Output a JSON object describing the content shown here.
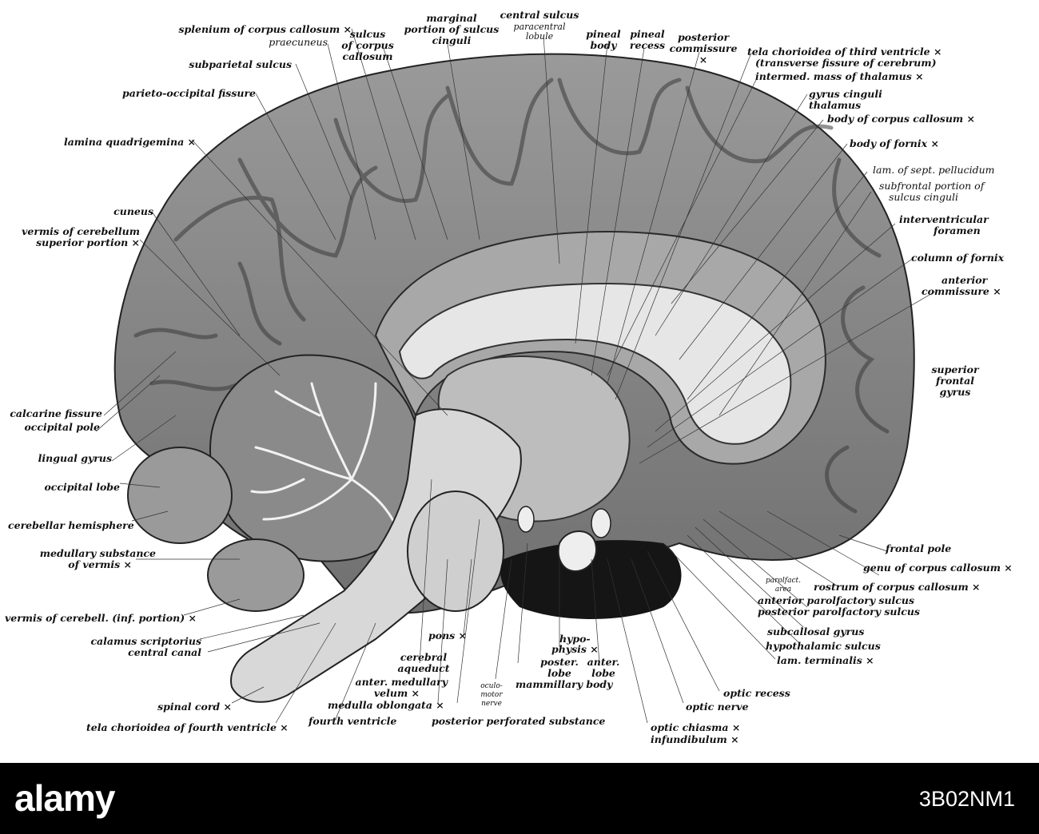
{
  "labels": {
    "splenium": "splenium of corpus callosum ×",
    "praecuneus": "praecuneus",
    "sulcus_cc_1": "sulcus",
    "sulcus_cc_2": "of corpus",
    "sulcus_cc_3": "callosum",
    "marginal_1": "marginal",
    "marginal_2": "portion of sulcus",
    "marginal_3": "cinguli",
    "central_sulcus": "central sulcus",
    "paracentral_1": "paracentral",
    "paracentral_2": "lobule",
    "pineal_body_1": "pineal",
    "pineal_body_2": "body",
    "pineal_recess_1": "pineal",
    "pineal_recess_2": "recess",
    "post_comm_1": "posterior",
    "post_comm_2": "commissure",
    "post_comm_x": "×",
    "tela_third_1": "tela chorioidea of third ventricle ×",
    "tela_third_2": "(transverse fissure of cerebrum)",
    "intermed_mass": "intermed. mass of thalamus ×",
    "gyrus_cinguli": "gyrus cinguli",
    "thalamus": "thalamus",
    "body_cc": "body of corpus callosum ×",
    "body_fornix": "body of fornix ×",
    "lam_sept": "lam. of sept. pellucidum",
    "subfrontal_1": "subfrontal portion of",
    "subfrontal_2": "sulcus cinguli",
    "interventricular_1": "interventricular",
    "interventricular_2": "foramen",
    "column_fornix": "column of fornix",
    "ant_comm_1": "anterior",
    "ant_comm_2": "commissure ×",
    "sup_frontal_1": "superior",
    "sup_frontal_2": "frontal",
    "sup_frontal_3": "gyrus",
    "subparietal": "subparietal sulcus",
    "parieto_occipital": "parieto-occipital fissure",
    "lamina_quad": "lamina quadrigemina ×",
    "cuneus": "cuneus",
    "vermis_sup_1": "vermis of cerebellum",
    "vermis_sup_2": "superior portion ×",
    "calcarine": "calcarine fissure",
    "occipital_pole": "occipital pole",
    "lingual": "lingual gyrus",
    "occipital_lobe": "occipital lobe",
    "cerebellar_hem": "cerebellar hemisphere",
    "medullary_1": "medullary substance",
    "medullary_2": "of vermis ×",
    "vermis_inf": "vermis of cerebell. (inf. portion) ×",
    "calamus": "calamus scriptorius",
    "central_canal": "central canal",
    "spinal_cord": "spinal cord ×",
    "tela_fourth": "tela chorioidea of fourth ventricle ×",
    "fourth_ventricle": "fourth ventricle",
    "cerebral_aq_1": "cerebral",
    "cerebral_aq_2": "aqueduct",
    "ant_med_1": "anter. medullary",
    "ant_med_2": "velum ×",
    "medulla": "medulla oblongata ×",
    "pons": "pons ×",
    "oculomotor_1": "oculo-",
    "oculomotor_2": "motor",
    "oculomotor_3": "nerve",
    "post_perforated": "posterior perforated substance",
    "hypophysis_1": "hypo-",
    "hypophysis_2": "physis ×",
    "poster_lobe_1": "poster.",
    "poster_lobe_2": "lobe",
    "anter_lobe_1": "anter.",
    "anter_lobe_2": "lobe",
    "mammillary": "mammillary body",
    "optic_chiasma": "optic chiasma ×",
    "infundibulum": "infundibulum ×",
    "optic_nerve": "optic nerve",
    "optic_recess": "optic recess",
    "lam_terminalis": "lam. terminalis ×",
    "hypothalamic": "hypothalamic sulcus",
    "subcallosal": "subcallosal gyrus",
    "post_parolf": "posterior parolfactory sulcus",
    "ant_parolf": "anterior parolfactory sulcus",
    "parolf_area_1": "parolfact.",
    "parolf_area_2": "area",
    "rostrum": "rostrum of corpus callosum ×",
    "genu": "genu of corpus callosum ×",
    "frontal_pole": "frontal pole"
  },
  "footer": {
    "logo": "alamy",
    "image_id": "3B02NM1"
  },
  "colors": {
    "background": "#ffffff",
    "footer": "#000000",
    "cortex": "#8e8e8e",
    "white_matter": "#e6e6e6"
  }
}
